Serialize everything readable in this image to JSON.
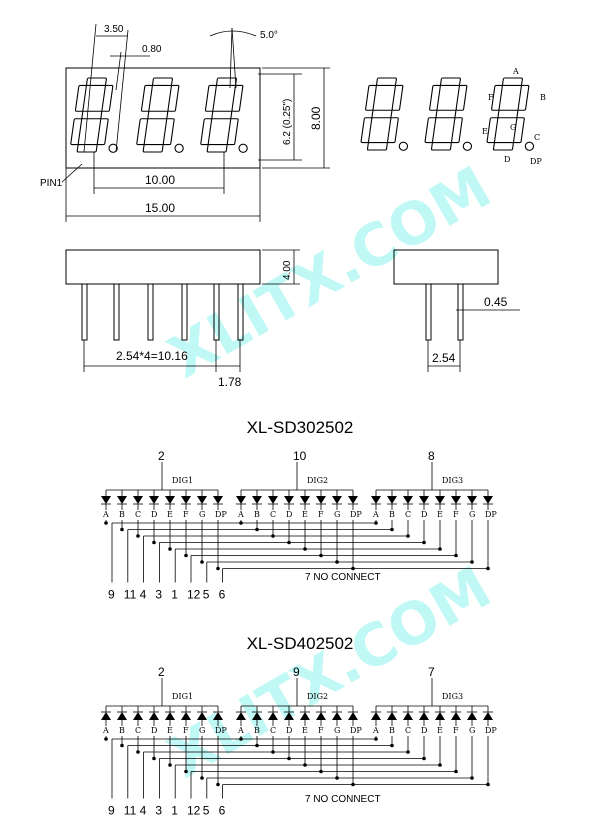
{
  "dimensions": {
    "digit_pitch": "3.50",
    "segment_width": "0.80",
    "slant_angle": "5.0°",
    "digit_height": "6.2 (0.25\")",
    "body_height": "8.00",
    "pin1_label": "PIN1",
    "span_10": "10.00",
    "span_15": "15.00",
    "depth": "4.00",
    "pin_pitch": "2.54*4=10.16",
    "pin_offset": "1.78",
    "pin_width": "0.45",
    "side_pitch": "2.54"
  },
  "segment_legend": {
    "A": "A",
    "B": "B",
    "C": "C",
    "D": "D",
    "E": "E",
    "F": "F",
    "G": "G",
    "DP": "DP"
  },
  "watermark": "XLITX.COM",
  "schematics": [
    {
      "title": "XL-SD302502",
      "digits": [
        {
          "pin": "2",
          "label": "DIG1"
        },
        {
          "pin": "10",
          "label": "DIG2"
        },
        {
          "pin": "8",
          "label": "DIG3"
        }
      ],
      "segments": [
        "A",
        "B",
        "C",
        "D",
        "E",
        "F",
        "G",
        "DP"
      ],
      "pins": [
        "9",
        "11",
        "4",
        "3",
        "1",
        "12",
        "5",
        "6"
      ],
      "note": "7 NO CONNECT"
    },
    {
      "title": "XL-SD402502",
      "digits": [
        {
          "pin": "2",
          "label": "DIG1"
        },
        {
          "pin": "9",
          "label": "DIG2"
        },
        {
          "pin": "7",
          "label": "DIG3"
        }
      ],
      "segments": [
        "A",
        "B",
        "C",
        "D",
        "E",
        "F",
        "G",
        "DP"
      ],
      "pins": [
        "9",
        "11",
        "4",
        "3",
        "1",
        "12",
        "5",
        "6"
      ],
      "note": "7 NO CONNECT"
    }
  ]
}
